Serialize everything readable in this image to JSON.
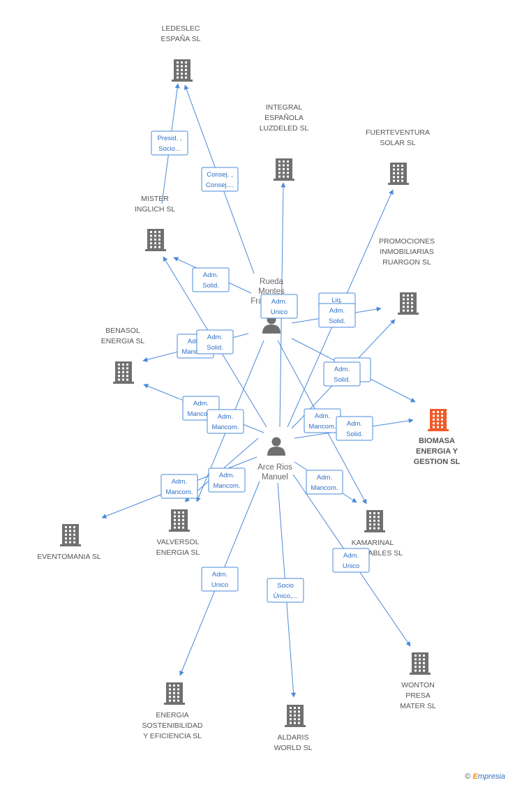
{
  "colors": {
    "edge": "#4a8ad8",
    "company": "#707070",
    "highlight": "#f05a2a",
    "person": "#6f6f6f",
    "label_text": "#2f6fc4"
  },
  "companies": [
    {
      "id": "ledeslec",
      "lines": [
        "LEDESLEC",
        "ESPAÑA SL"
      ],
      "icon": "building-icon"
    },
    {
      "id": "integral",
      "lines": [
        "INTEGRAL",
        "ESPAÑOLA",
        "LUZDELED  SL"
      ],
      "icon": "building-icon"
    },
    {
      "id": "fuerteventura",
      "lines": [
        "FUERTEVENTURA",
        "SOLAR SL"
      ],
      "icon": "building-icon"
    },
    {
      "id": "mister",
      "lines": [
        "MISTER",
        "INGLICH SL"
      ],
      "icon": "building-icon"
    },
    {
      "id": "promociones",
      "lines": [
        "PROMOCIONES",
        "INMOBILIARIAS",
        "RUARGON SL"
      ],
      "icon": "building-icon"
    },
    {
      "id": "benasol",
      "lines": [
        "BENASOL",
        "ENERGIA SL"
      ],
      "icon": "building-icon"
    },
    {
      "id": "biomasa",
      "lines": [
        "BIOMASA",
        "ENERGIA Y",
        "GESTION SL"
      ],
      "icon": "building-icon",
      "highlight": true
    },
    {
      "id": "valversol",
      "lines": [
        "VALVERSOL",
        "ENERGIA SL"
      ],
      "icon": "building-icon"
    },
    {
      "id": "eventomania",
      "lines": [
        "EVENTOMANIA SL"
      ],
      "icon": "building-icon"
    },
    {
      "id": "kamarinal",
      "lines": [
        "KAMARINAL",
        "RENOVABLES SL"
      ],
      "icon": "building-icon"
    },
    {
      "id": "wonton",
      "lines": [
        "WONTON",
        "PRESA",
        "MATER SL"
      ],
      "icon": "building-icon"
    },
    {
      "id": "energia",
      "lines": [
        "ENERGIA",
        "SOSTENIBILIDAD",
        "Y EFICIENCIA SL"
      ],
      "icon": "building-icon"
    },
    {
      "id": "aldaris",
      "lines": [
        "ALDARIS",
        "WORLD SL"
      ],
      "icon": "building-icon"
    }
  ],
  "persons": [
    {
      "id": "rueda",
      "lines": [
        "Rueda",
        "Montes",
        "Francisco..."
      ],
      "icon": "person-icon"
    },
    {
      "id": "arce",
      "lines": [
        "Arce Rios",
        "Manuel"
      ],
      "icon": "person-icon"
    }
  ],
  "edges": [
    {
      "from": "mister",
      "to": "ledeslec",
      "label": [
        "Presid. ,",
        "Socio..."
      ]
    },
    {
      "from": "rueda",
      "to": "ledeslec",
      "label": [
        "Consej. ,",
        "Consej...."
      ]
    },
    {
      "from": "rueda",
      "to": "mister",
      "label": [
        "Adm.",
        "Solid."
      ]
    },
    {
      "from": "rueda",
      "to": "benasol",
      "label": [
        "Adm.",
        "Mancom."
      ]
    },
    {
      "from": "rueda",
      "to": "promociones",
      "label": [
        "Liq.",
        "..."
      ]
    },
    {
      "from": "rueda",
      "to": "biomasa",
      "label": [
        "Adm.",
        "Solid."
      ]
    },
    {
      "from": "rueda",
      "to": "kamarinal",
      "label": [
        "Adm.",
        "Mancom."
      ]
    },
    {
      "from": "rueda",
      "to": "valversol",
      "label": [
        "Adm.",
        "Mancom."
      ]
    },
    {
      "from": "arce",
      "to": "integral",
      "label": [
        "Adm.",
        "Unico"
      ]
    },
    {
      "from": "arce",
      "to": "fuerteventura",
      "label": [
        "Adm.",
        "Solid."
      ]
    },
    {
      "from": "arce",
      "to": "promociones",
      "label": [
        "Adm.",
        "Solid."
      ]
    },
    {
      "from": "arce",
      "to": "mister",
      "label": [
        "Adm.",
        "Solid."
      ]
    },
    {
      "from": "arce",
      "to": "benasol",
      "label": [
        "Adm.",
        "Mancom."
      ]
    },
    {
      "from": "arce",
      "to": "biomasa",
      "label": [
        "Adm.",
        "Solid."
      ]
    },
    {
      "from": "arce",
      "to": "valversol",
      "label": [
        "Adm.",
        "Mancom."
      ]
    },
    {
      "from": "arce",
      "to": "eventomania",
      "label": [
        "Adm.",
        "Mancom."
      ]
    },
    {
      "from": "arce",
      "to": "kamarinal",
      "label": [
        "Adm.",
        "Mancom."
      ]
    },
    {
      "from": "arce",
      "to": "wonton",
      "label": [
        "Adm.",
        "Unico"
      ]
    },
    {
      "from": "arce",
      "to": "energia",
      "label": [
        "Adm.",
        "Unico"
      ]
    },
    {
      "from": "arce",
      "to": "aldaris",
      "label": [
        "Socio",
        "Único,..."
      ]
    }
  ],
  "credit": {
    "symbol": "©",
    "brand_first": "E",
    "brand_rest": "mpresia"
  }
}
